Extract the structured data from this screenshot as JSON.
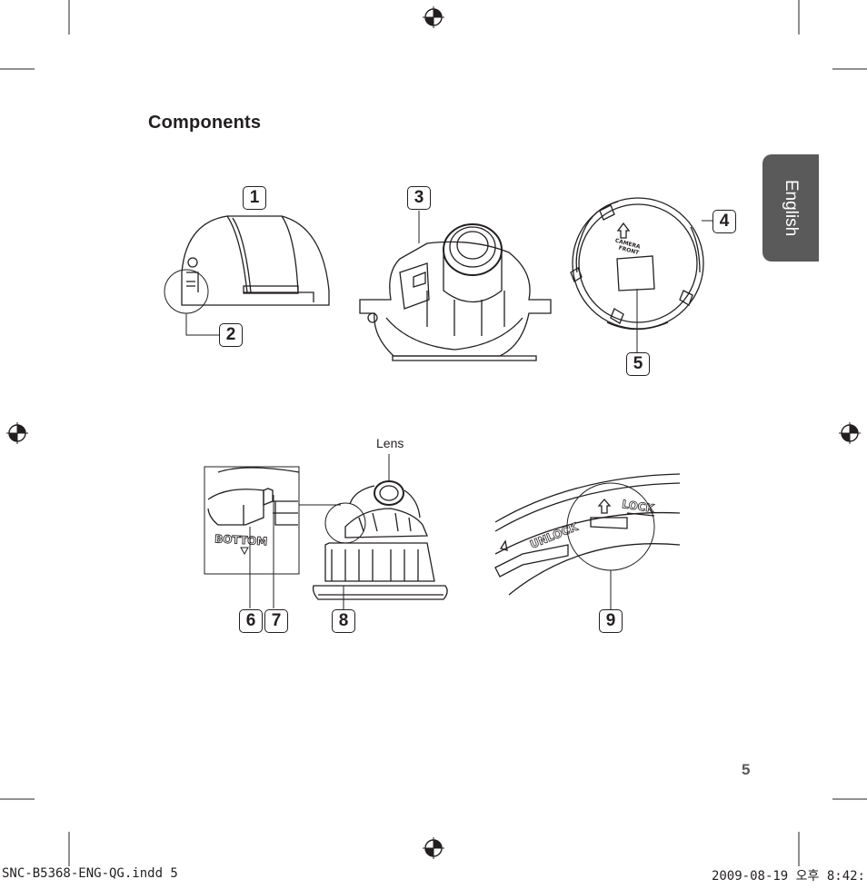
{
  "page": {
    "heading": "Components",
    "side_tab": "English",
    "page_number": "5",
    "lens_label": "Lens",
    "bottom_marking": "BOTTOM",
    "unlock_marking": "UNLOCK",
    "lock_marking": "LOCK",
    "camera_front_marking": "CAMERA FRONT"
  },
  "callouts": [
    "1",
    "2",
    "3",
    "4",
    "5",
    "6",
    "7",
    "8",
    "9"
  ],
  "slug": {
    "left": "SNC-B5368-ENG-QG.indd   5",
    "right": "2009-08-19   오후 8:42:"
  }
}
